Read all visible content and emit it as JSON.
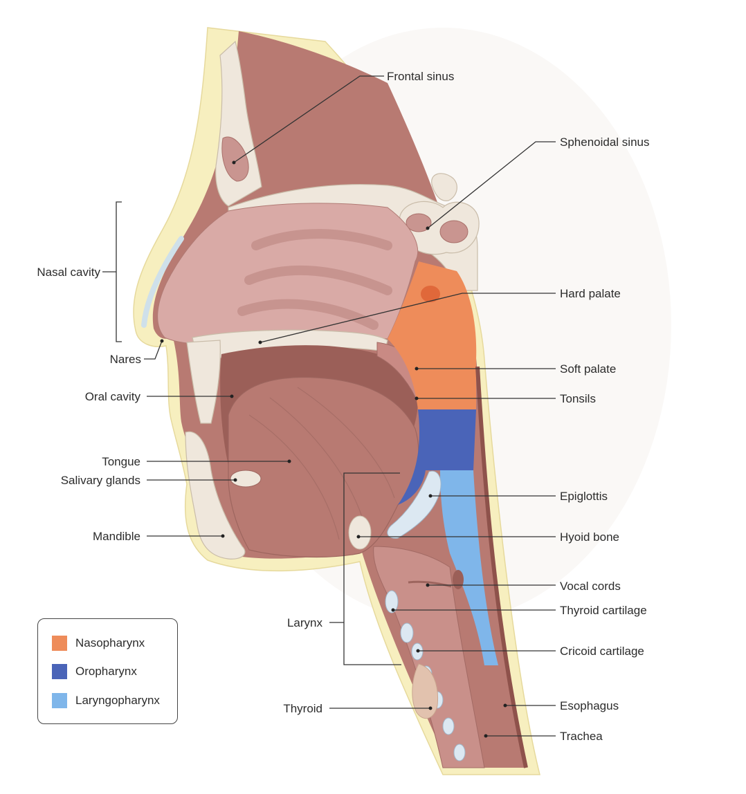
{
  "labels": {
    "frontal_sinus": "Frontal sinus",
    "sphenoidal_sinus": "Sphenoidal sinus",
    "nasal_cavity": "Nasal cavity",
    "hard_palate": "Hard palate",
    "nares": "Nares",
    "soft_palate": "Soft palate",
    "oral_cavity": "Oral cavity",
    "tonsils": "Tonsils",
    "tongue": "Tongue",
    "salivary_glands": "Salivary glands",
    "epiglottis": "Epiglottis",
    "mandible": "Mandible",
    "hyoid_bone": "Hyoid bone",
    "vocal_cords": "Vocal cords",
    "thyroid_cartilage": "Thyroid cartilage",
    "larynx": "Larynx",
    "cricoid_cartilage": "Cricoid cartilage",
    "thyroid": "Thyroid",
    "esophagus": "Esophagus",
    "trachea": "Trachea"
  },
  "legend": [
    {
      "label": "Nasopharynx",
      "color": "#ee8c5a"
    },
    {
      "label": "Oropharynx",
      "color": "#4a64b8"
    },
    {
      "label": "Laryngopharynx",
      "color": "#7fb6ea"
    }
  ],
  "colors": {
    "skin": "#f7efbf",
    "tissue": "#b87a72",
    "mucosa": "#d9aaa6",
    "bone": "#efe7dc",
    "nasopharynx": "#ee8c5a",
    "oropharynx": "#4a64b8",
    "laryngopharynx": "#7fb6ea"
  }
}
